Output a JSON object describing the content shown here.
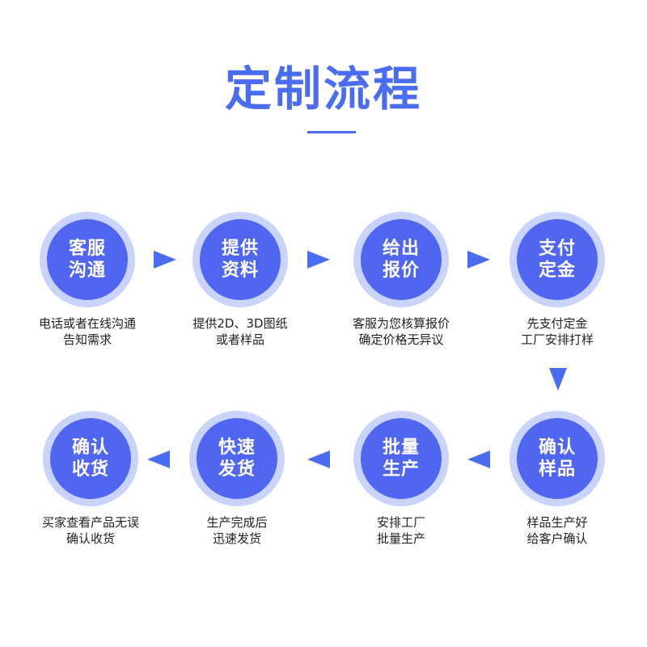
{
  "title": "定制流程",
  "steps": [
    {
      "name_lines": [
        "客服",
        "沟通"
      ],
      "desc_lines": [
        "电话或者在线沟通",
        "告知需求"
      ]
    },
    {
      "name_lines": [
        "提供",
        "资料"
      ],
      "desc_lines": [
        "提供2D、3D图纸",
        "或者样品"
      ]
    },
    {
      "name_lines": [
        "给出",
        "报价"
      ],
      "desc_lines": [
        "客服为您核算报价",
        "确定价格无异议"
      ]
    },
    {
      "name_lines": [
        "支付",
        "定金"
      ],
      "desc_lines": [
        "先支付定金",
        "工厂安排打样"
      ]
    },
    {
      "name_lines": [
        "确认",
        "样品"
      ],
      "desc_lines": [
        "样品生产好",
        "给客户确认"
      ]
    },
    {
      "name_lines": [
        "批量",
        "生产"
      ],
      "desc_lines": [
        "安排工厂",
        "批量生产"
      ]
    },
    {
      "name_lines": [
        "快速",
        "发货"
      ],
      "desc_lines": [
        "生产完成后",
        "迅速发货"
      ]
    },
    {
      "name_lines": [
        "确认",
        "收货"
      ],
      "desc_lines": [
        "买家查看产品无误",
        "确认收货"
      ]
    }
  ],
  "colors": {
    "accent": "#4a6cf0",
    "circle_inner": "#5066f0",
    "circle_outer": "#c9d3fb",
    "text": "#222222"
  }
}
